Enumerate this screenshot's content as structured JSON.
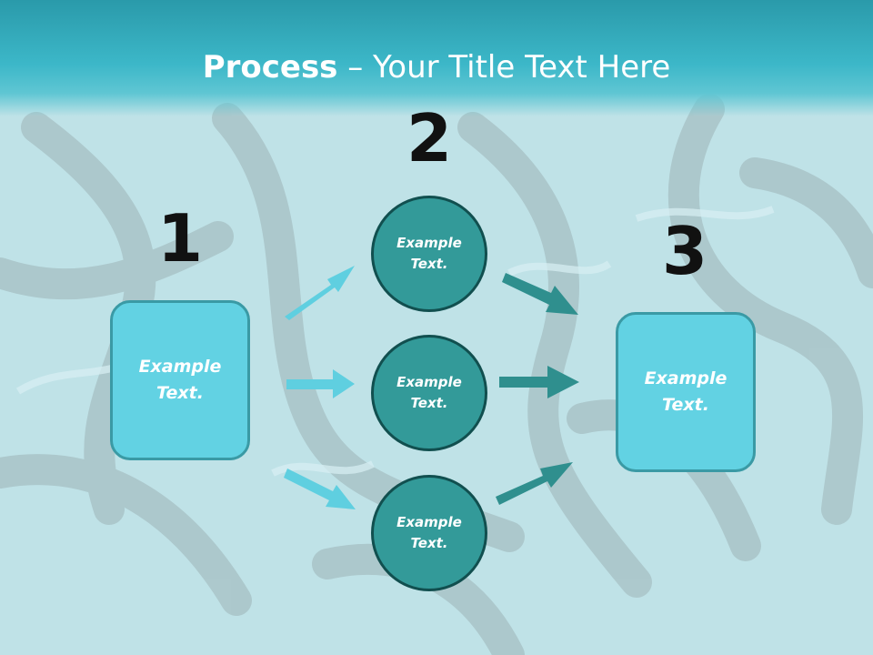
{
  "title": {
    "bold": "Process",
    "rest": " – Your Title Text Here"
  },
  "steps": {
    "one": "1",
    "two": "2",
    "three": "3"
  },
  "box_left": {
    "line1": "Example",
    "line2": "Text."
  },
  "box_right": {
    "line1": "Example",
    "line2": "Text."
  },
  "circles": [
    {
      "line1": "Example",
      "line2": "Text."
    },
    {
      "line1": "Example",
      "line2": "Text."
    },
    {
      "line1": "Example",
      "line2": "Text."
    }
  ],
  "colors": {
    "title_band": "#3cb7c8",
    "box_fill": "#62d2e3",
    "circle_fill": "#339a99",
    "light_arrow": "#5fcfe0",
    "dark_arrow": "#2f8f8e"
  }
}
